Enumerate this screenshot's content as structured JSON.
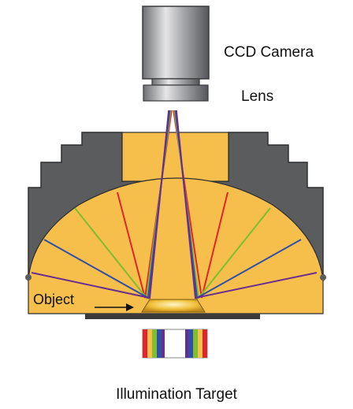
{
  "labels": {
    "camera": "CCD Camera",
    "lens": "Lens",
    "object": "Object",
    "target": "Illumination Target"
  },
  "colors": {
    "dome_fill": "#F6BE4A",
    "housing": "#5B5C5E",
    "housing_edge": "#2E2E30",
    "stage": "#3A3A3A",
    "ray_red": "#E3242B",
    "ray_green": "#7DBF2E",
    "ray_blue": "#2F4FA8",
    "ray_purple": "#6A2C8E"
  },
  "icons": [
    "ccd-camera-icon",
    "lens-icon",
    "object-arrow-icon",
    "illumination-target-icon"
  ]
}
